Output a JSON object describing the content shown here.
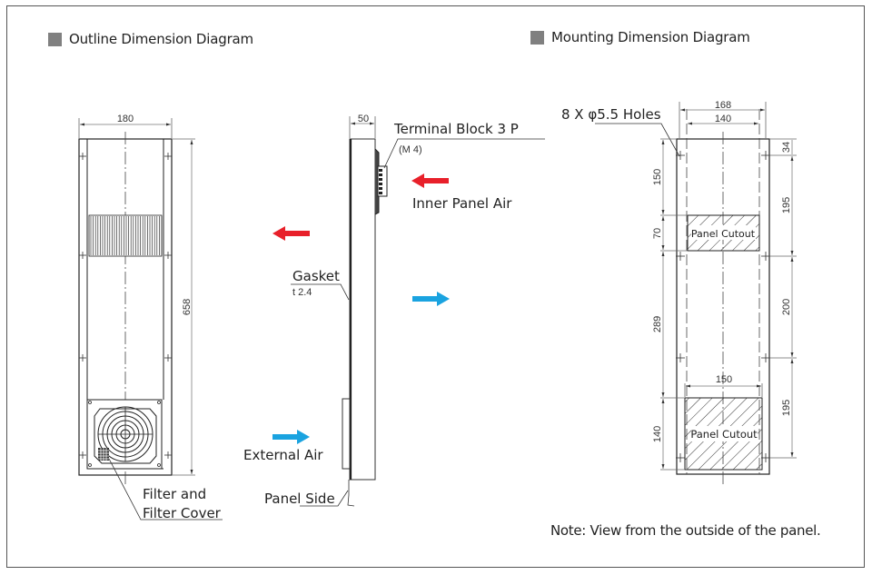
{
  "outline": {
    "title": "Outline Dimension Diagram",
    "width_dim": "180",
    "height_dim": "658",
    "filter_label_line1": "Filter and",
    "filter_label_line2": "Filter Cover"
  },
  "side": {
    "depth_dim": "50",
    "terminal_block": "Terminal Block 3 P",
    "terminal_screw": "(M 4)",
    "inner_air": "Inner Panel Air",
    "gasket": "Gasket",
    "gasket_thickness": "t 2.4",
    "external_air": "External Air",
    "panel_side": "Panel Side"
  },
  "mounting": {
    "title": "Mounting Dimension Diagram",
    "holes": "8 X φ5.5 Holes",
    "dim_outer_width": "168",
    "dim_inner_width": "140",
    "dim_bottom_cutout_width": "150",
    "dim_left_top": "150",
    "dim_left_cutout1": "70",
    "dim_left_mid": "289",
    "dim_left_cutout2": "140",
    "dim_right_top": "34",
    "dim_right_1": "195",
    "dim_right_2": "200",
    "dim_right_3": "195",
    "cutout_label_1": "Panel Cutout",
    "cutout_label_2": "Panel Cutout"
  },
  "note": "Note: View from the outside of the panel.",
  "colors": {
    "hot_arrow": "#e8202a",
    "cool_arrow": "#1aa3e0",
    "title_square": "#808080"
  }
}
